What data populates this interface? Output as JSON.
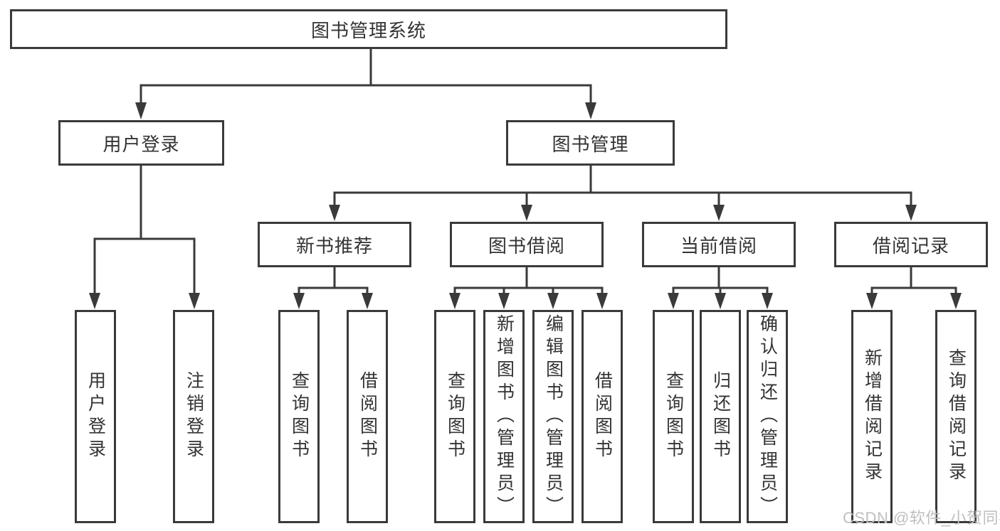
{
  "colors": {
    "background": "#ffffff",
    "line": "#3a3a3a",
    "box_border": "#3a3a3a",
    "box_fill": "#ffffff",
    "text": "#333333",
    "watermark": "#bfbfbf"
  },
  "tree": {
    "type": "hierarchy-diagram",
    "root": {
      "label": "图书管理系统"
    },
    "branches": [
      {
        "label": "用户登录",
        "children": [
          {
            "label": "用户登录"
          },
          {
            "label": "注销登录"
          }
        ]
      },
      {
        "label": "图书管理",
        "children": [
          {
            "label": "新书推荐",
            "children": [
              {
                "label": "查询图书"
              },
              {
                "label": "借阅图书"
              }
            ]
          },
          {
            "label": "图书借阅",
            "children": [
              {
                "label": "查询图书"
              },
              {
                "label": "新增图书（管理员）"
              },
              {
                "label": "编辑图书（管理员）"
              },
              {
                "label": "借阅图书"
              }
            ]
          },
          {
            "label": "当前借阅",
            "children": [
              {
                "label": "查询图书"
              },
              {
                "label": "归还图书"
              },
              {
                "label": "确认归还（管理员）"
              }
            ]
          },
          {
            "label": "借阅记录",
            "children": [
              {
                "label": "新增借阅记录"
              },
              {
                "label": "查询借阅记录"
              }
            ]
          }
        ]
      }
    ]
  },
  "watermark": {
    "text": "CSDN @软件_小贺同学"
  }
}
